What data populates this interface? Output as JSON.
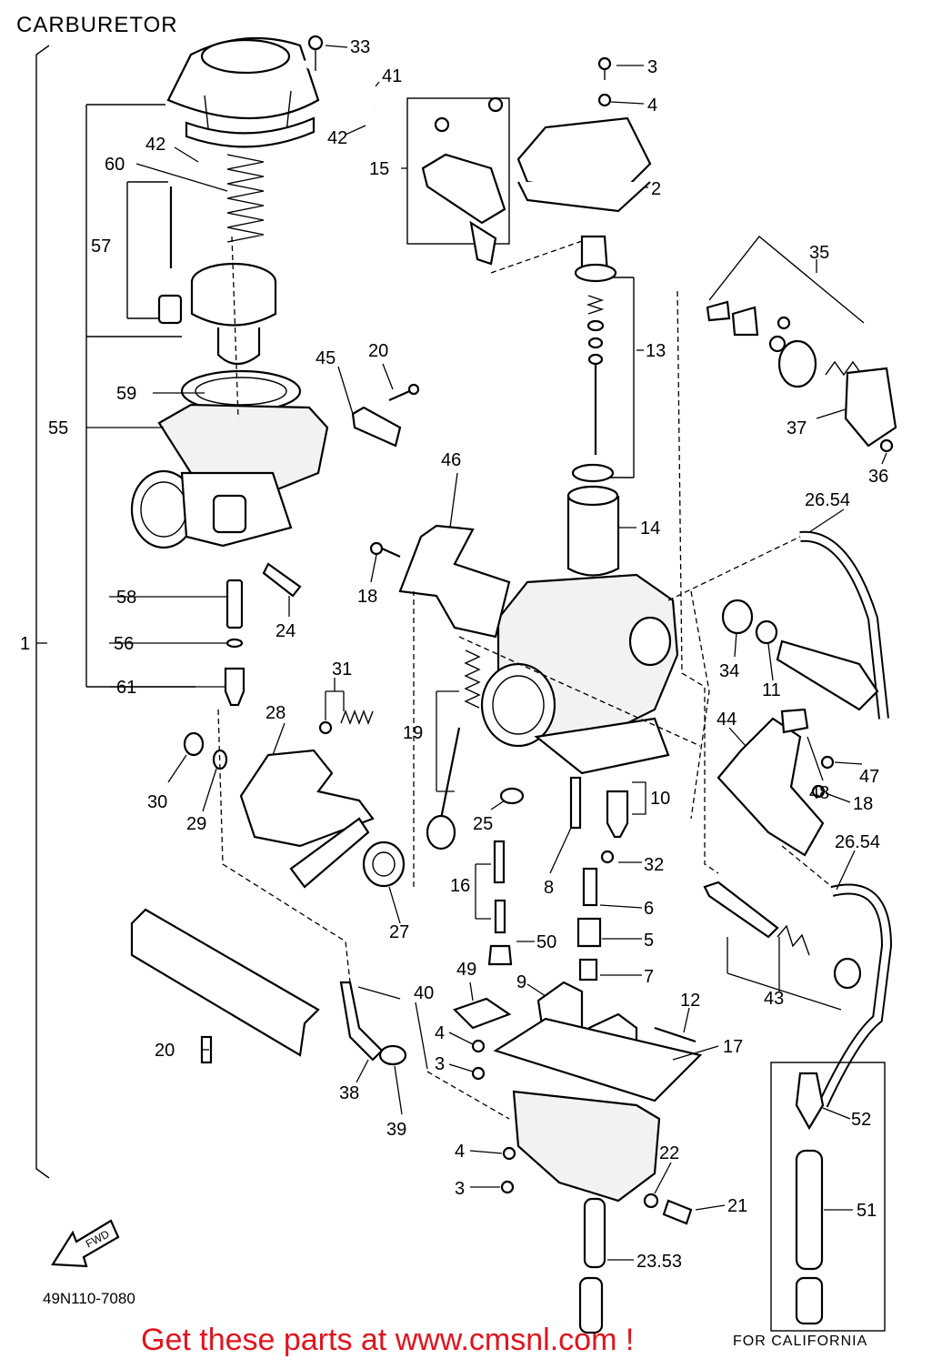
{
  "title": "CARBURETOR",
  "diagram_code": "49N110-7080",
  "banner": "Get these parts at www.cmsnl.com !",
  "california_note": "FOR CALIFORNIA",
  "fwd_label": "FWD",
  "callouts": {
    "c1": "1",
    "c2": "2",
    "c3a": "3",
    "c3b": "3",
    "c3c": "3",
    "c4a": "4",
    "c4b": "4",
    "c4c": "4",
    "c5": "5",
    "c6": "6",
    "c7": "7",
    "c8": "8",
    "c9": "9",
    "c10": "10",
    "c11": "11",
    "c12": "12",
    "c13": "13",
    "c14": "14",
    "c15": "15",
    "c16": "16",
    "c17": "17",
    "c18a": "18",
    "c18b": "18",
    "c19": "19",
    "c20a": "20",
    "c20b": "20",
    "c21": "21",
    "c22": "22",
    "c23_53": "23.53",
    "c24": "24",
    "c25": "25",
    "c26_54a": "26.54",
    "c26_54b": "26.54",
    "c27": "27",
    "c28": "28",
    "c29": "29",
    "c30": "30",
    "c31": "31",
    "c32": "32",
    "c33": "33",
    "c34": "34",
    "c35": "35",
    "c36": "36",
    "c37": "37",
    "c38": "38",
    "c39": "39",
    "c40": "40",
    "c41": "41",
    "c42a": "42",
    "c42b": "42",
    "c43": "43",
    "c44": "44",
    "c45": "45",
    "c46": "46",
    "c47": "47",
    "c48": "48",
    "c49": "49",
    "c50": "50",
    "c51": "51",
    "c52": "52",
    "c55": "55",
    "c56": "56",
    "c57": "57",
    "c58": "58",
    "c59": "59",
    "c60": "60",
    "c61": "61"
  }
}
